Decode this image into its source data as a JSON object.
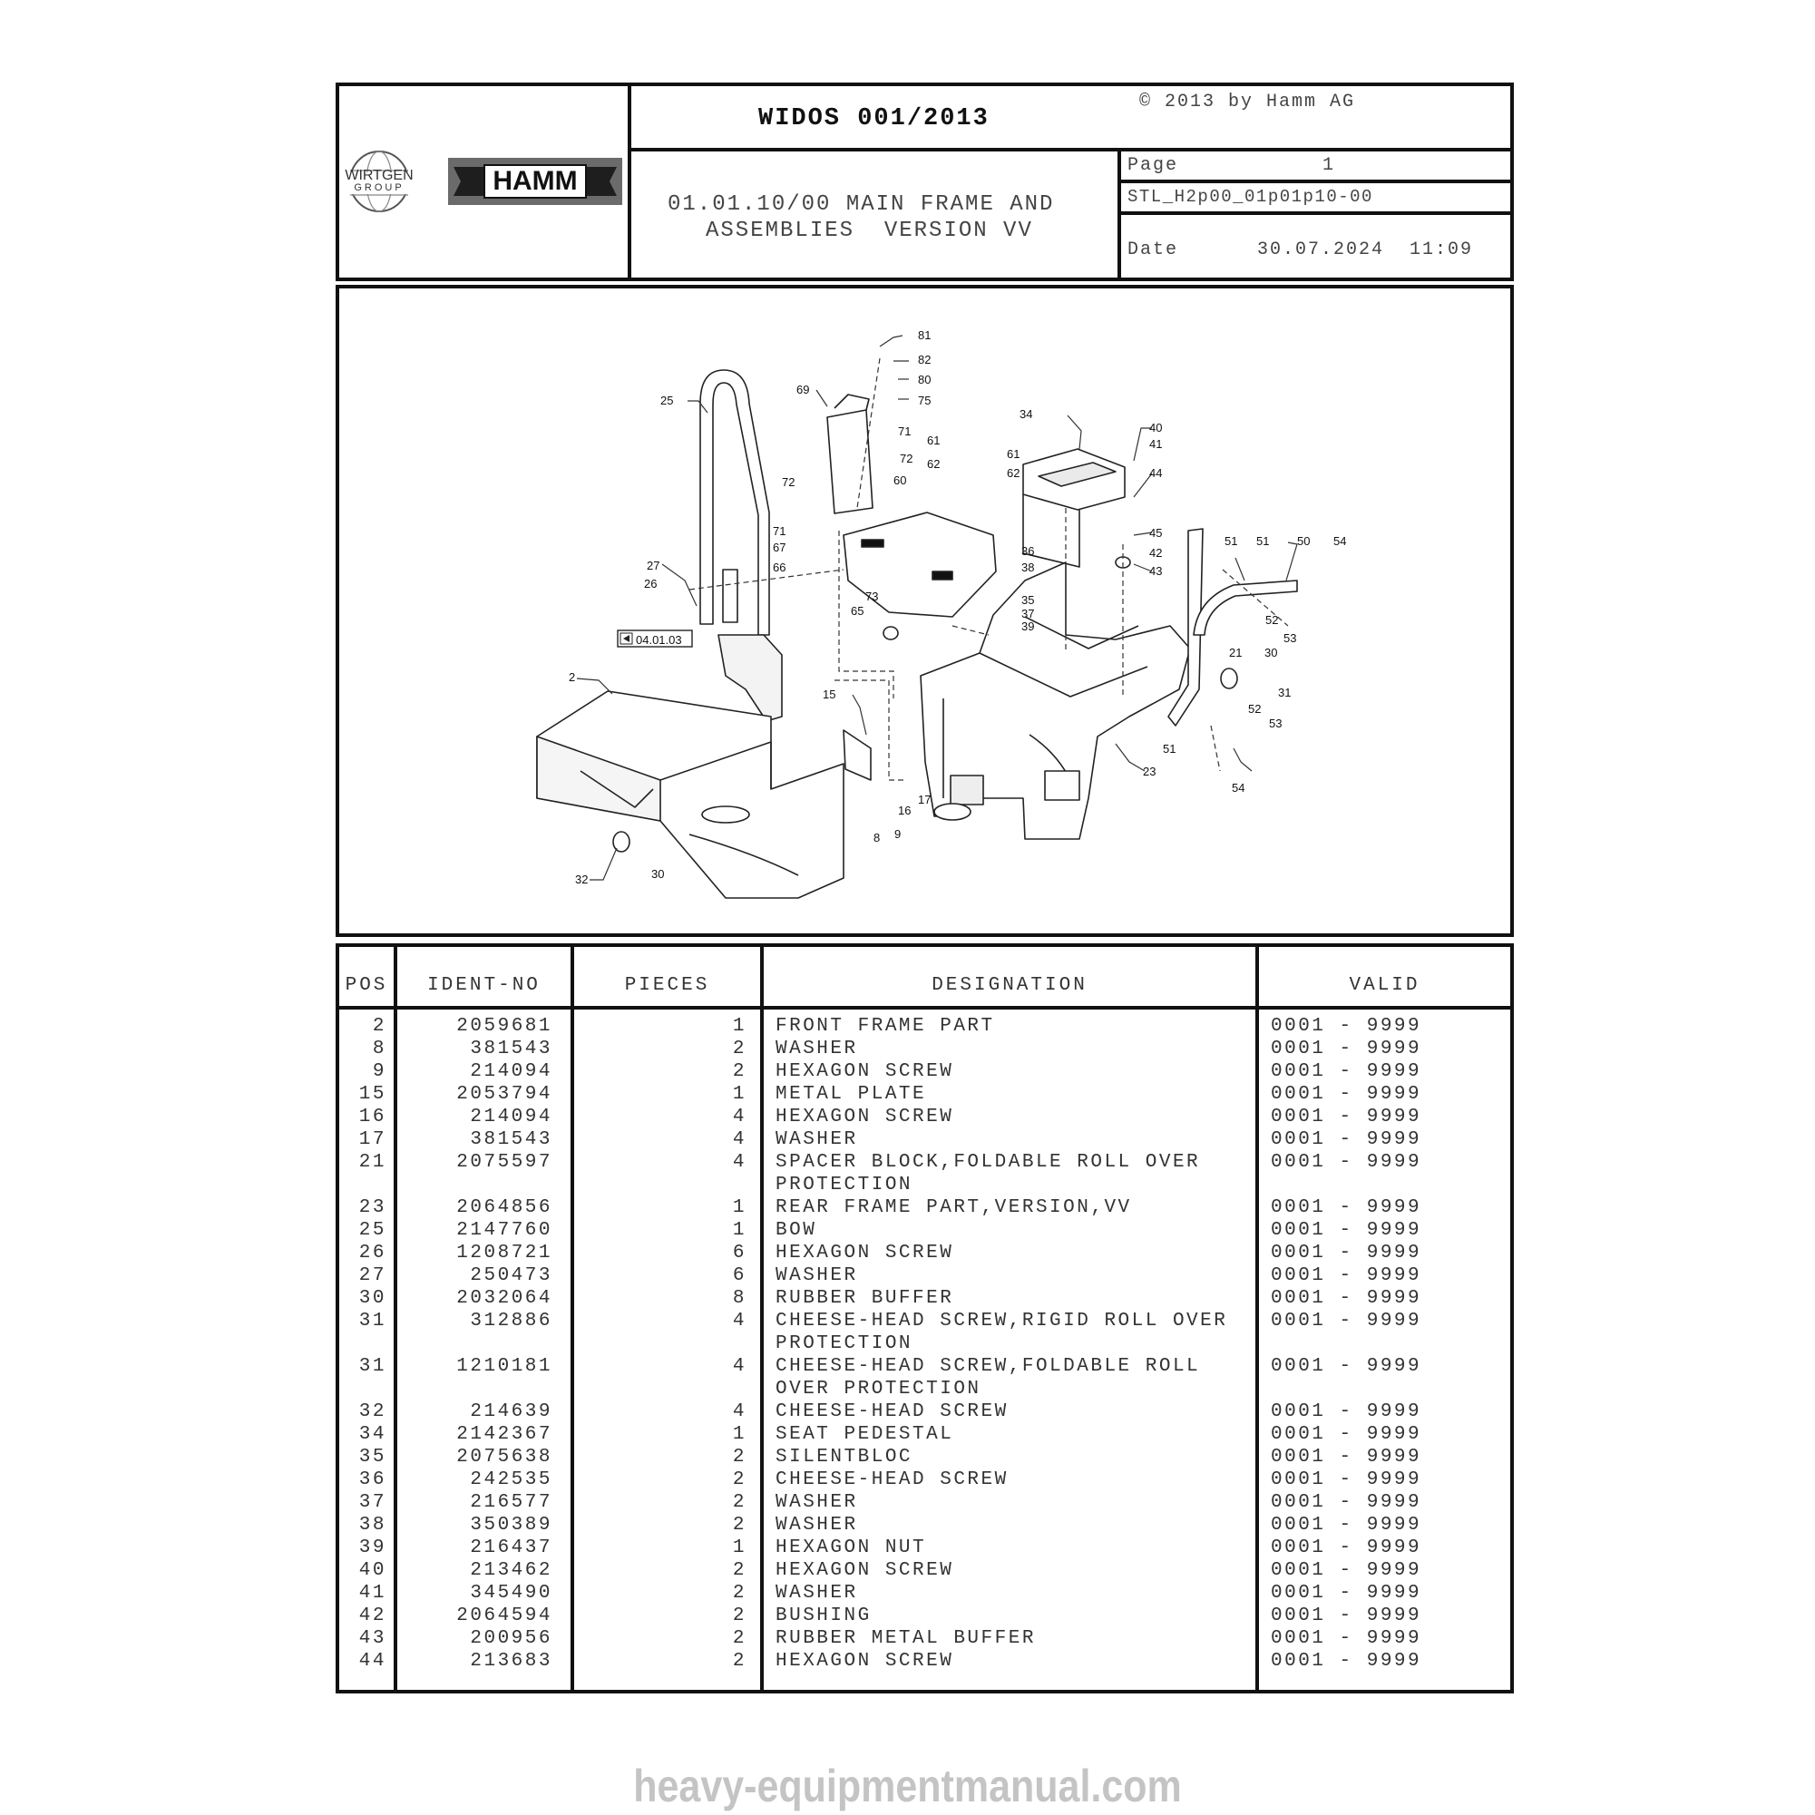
{
  "header": {
    "widos": "WIDOS 001/2013",
    "copyright": "© 2013 by Hamm AG",
    "title_line1": "01.01.10/00 MAIN FRAME AND",
    "title_line2": "ASSEMBLIES  VERSION VV",
    "page_label": "Page",
    "page_value": "1",
    "doc_code": "STL_H2p00_01p01p10-00",
    "date_label": "Date",
    "date_value": "30.07.2024  11:09",
    "logo_wirtgen_1": "WIRTGEN",
    "logo_wirtgen_2": "GROUP",
    "logo_hamm": "HAMM"
  },
  "diagram": {
    "ref_label": "04.01.03",
    "callouts": [
      "81",
      "82",
      "80",
      "75",
      "69",
      "25",
      "71",
      "72",
      "72",
      "71",
      "61",
      "62",
      "61",
      "62",
      "60",
      "34",
      "40",
      "41",
      "44",
      "45",
      "42",
      "43",
      "36",
      "38",
      "35",
      "37",
      "39",
      "67",
      "66",
      "73",
      "65",
      "27",
      "26",
      "2",
      "15",
      "17",
      "16",
      "8",
      "9",
      "32",
      "30",
      "51",
      "51",
      "50",
      "54",
      "52",
      "53",
      "21",
      "30",
      "31",
      "52",
      "53",
      "51",
      "23",
      "54"
    ]
  },
  "table": {
    "columns": {
      "pos": "POS",
      "ident": "IDENT-NO",
      "pieces": "PIECES",
      "designation": "DESIGNATION",
      "valid": "VALID"
    },
    "rows": [
      {
        "pos": "2",
        "ident": "2059681",
        "pieces": "1",
        "designation": "FRONT FRAME PART",
        "valid": "0001 - 9999"
      },
      {
        "pos": "8",
        "ident": "381543",
        "pieces": "2",
        "designation": "WASHER",
        "valid": "0001 - 9999"
      },
      {
        "pos": "9",
        "ident": "214094",
        "pieces": "2",
        "designation": "HEXAGON SCREW",
        "valid": "0001 - 9999"
      },
      {
        "pos": "15",
        "ident": "2053794",
        "pieces": "1",
        "designation": "METAL PLATE",
        "valid": "0001 - 9999"
      },
      {
        "pos": "16",
        "ident": "214094",
        "pieces": "4",
        "designation": "HEXAGON SCREW",
        "valid": "0001 - 9999"
      },
      {
        "pos": "17",
        "ident": "381543",
        "pieces": "4",
        "designation": "WASHER",
        "valid": "0001 - 9999"
      },
      {
        "pos": "21",
        "ident": "2075597",
        "pieces": "4",
        "designation": "SPACER BLOCK,FOLDABLE ROLL OVER\nPROTECTION",
        "valid": "0001 - 9999"
      },
      {
        "pos": "23",
        "ident": "2064856",
        "pieces": "1",
        "designation": "REAR FRAME PART,VERSION,VV",
        "valid": "0001 - 9999"
      },
      {
        "pos": "25",
        "ident": "2147760",
        "pieces": "1",
        "designation": "BOW",
        "valid": "0001 - 9999"
      },
      {
        "pos": "26",
        "ident": "1208721",
        "pieces": "6",
        "designation": "HEXAGON SCREW",
        "valid": "0001 - 9999"
      },
      {
        "pos": "27",
        "ident": "250473",
        "pieces": "6",
        "designation": "WASHER",
        "valid": "0001 - 9999"
      },
      {
        "pos": "30",
        "ident": "2032064",
        "pieces": "8",
        "designation": "RUBBER BUFFER",
        "valid": "0001 - 9999"
      },
      {
        "pos": "31",
        "ident": "312886",
        "pieces": "4",
        "designation": "CHEESE-HEAD SCREW,RIGID ROLL OVER\nPROTECTION",
        "valid": "0001 - 9999"
      },
      {
        "pos": "31",
        "ident": "1210181",
        "pieces": "4",
        "designation": "CHEESE-HEAD SCREW,FOLDABLE ROLL\nOVER PROTECTION",
        "valid": "0001 - 9999"
      },
      {
        "pos": "32",
        "ident": "214639",
        "pieces": "4",
        "designation": "CHEESE-HEAD SCREW",
        "valid": "0001 - 9999"
      },
      {
        "pos": "34",
        "ident": "2142367",
        "pieces": "1",
        "designation": "SEAT PEDESTAL",
        "valid": "0001 - 9999"
      },
      {
        "pos": "35",
        "ident": "2075638",
        "pieces": "2",
        "designation": "SILENTBLOC",
        "valid": "0001 - 9999"
      },
      {
        "pos": "36",
        "ident": "242535",
        "pieces": "2",
        "designation": "CHEESE-HEAD SCREW",
        "valid": "0001 - 9999"
      },
      {
        "pos": "37",
        "ident": "216577",
        "pieces": "2",
        "designation": "WASHER",
        "valid": "0001 - 9999"
      },
      {
        "pos": "38",
        "ident": "350389",
        "pieces": "2",
        "designation": "WASHER",
        "valid": "0001 - 9999"
      },
      {
        "pos": "39",
        "ident": "216437",
        "pieces": "1",
        "designation": "HEXAGON NUT",
        "valid": "0001 - 9999"
      },
      {
        "pos": "40",
        "ident": "213462",
        "pieces": "2",
        "designation": "HEXAGON SCREW",
        "valid": "0001 - 9999"
      },
      {
        "pos": "41",
        "ident": "345490",
        "pieces": "2",
        "designation": "WASHER",
        "valid": "0001 - 9999"
      },
      {
        "pos": "42",
        "ident": "2064594",
        "pieces": "2",
        "designation": "BUSHING",
        "valid": "0001 - 9999"
      },
      {
        "pos": "43",
        "ident": "200956",
        "pieces": "2",
        "designation": "RUBBER METAL BUFFER",
        "valid": "0001 - 9999"
      },
      {
        "pos": "44",
        "ident": "213683",
        "pieces": "2",
        "designation": "HEXAGON SCREW",
        "valid": "0001 - 9999"
      }
    ]
  },
  "footer": {
    "watermark": "heavy-equipmentmanual.com"
  }
}
